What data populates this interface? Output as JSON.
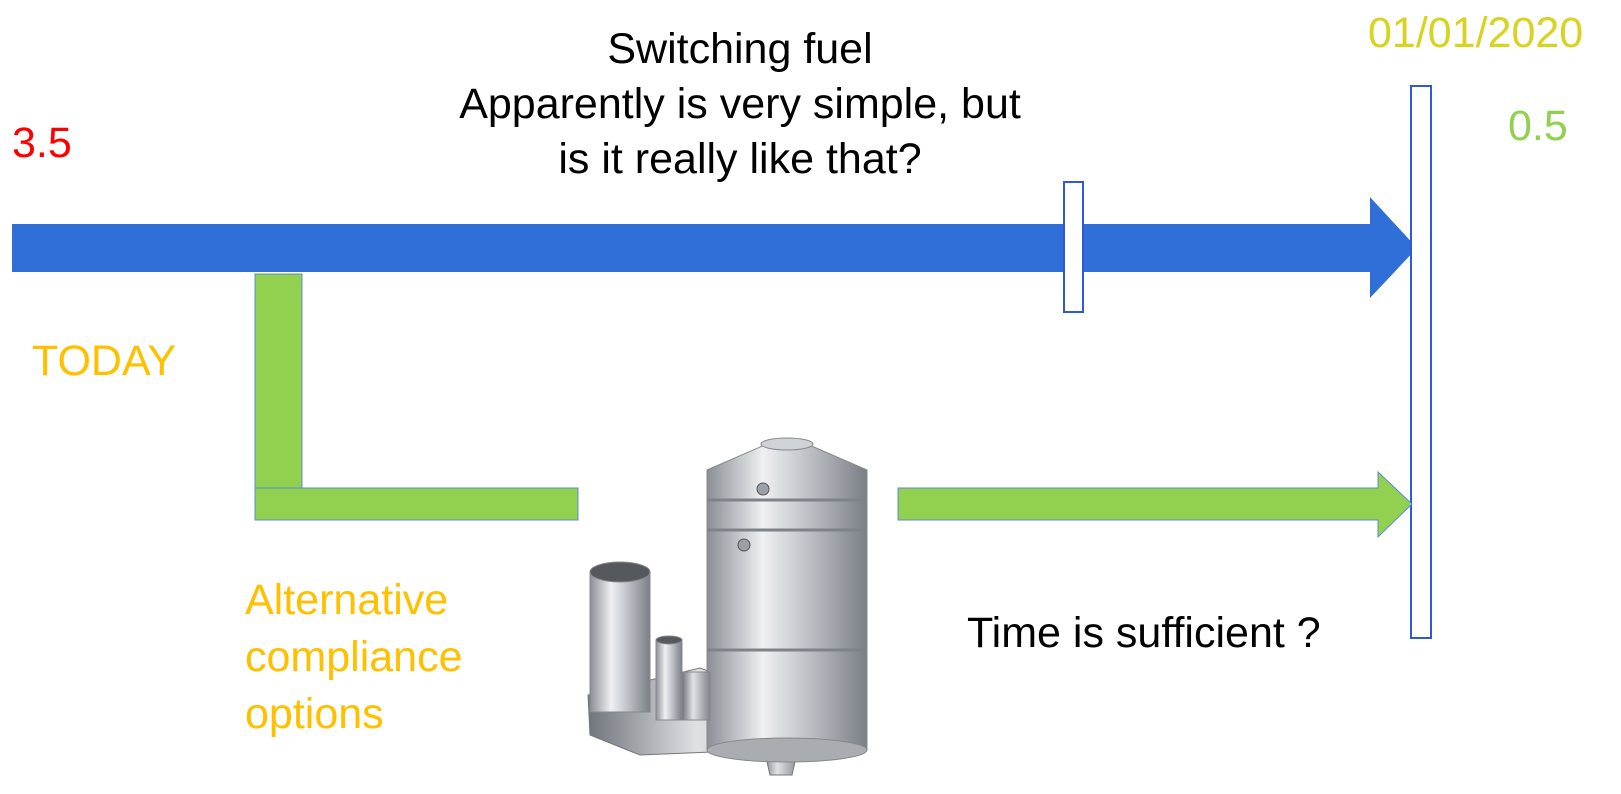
{
  "title": {
    "line1": "Switching fuel",
    "line2": "Apparently is very simple, but",
    "line3": "is it really like that?"
  },
  "labels": {
    "sulfur_today": "3.5",
    "today": "TODAY",
    "deadline_date": "01/01/2020",
    "sulfur_2020": "0.5",
    "alternative_line1": "Alternative",
    "alternative_line2": "compliance",
    "alternative_line3": "options",
    "time_question": "Time is sufficient ?"
  },
  "colors": {
    "main_arrow": "#306ED8",
    "alt_path": "#92D050",
    "sulfur_today": "#FF0000",
    "today": "#FFC000",
    "deadline_date": "#D7D31E",
    "sulfur_2020": "#92D050",
    "alternative": "#FFC000",
    "marker_outline": "#2F5AD6"
  },
  "icons": {
    "scrubber": "exhaust-gas-scrubber-image"
  }
}
